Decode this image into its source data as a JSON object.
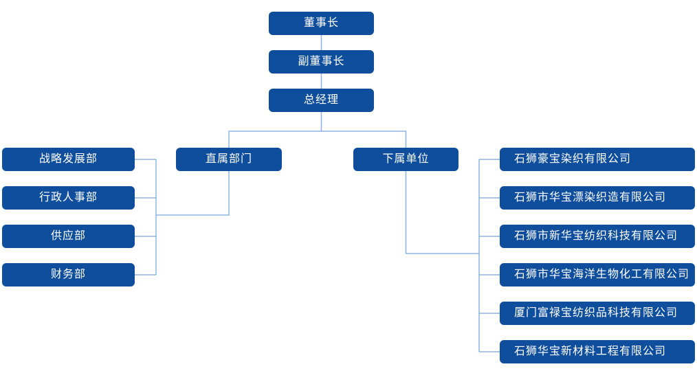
{
  "org_chart": {
    "title_chain": [
      {
        "label": "董事长"
      },
      {
        "label": "副董事长"
      },
      {
        "label": "总经理"
      }
    ],
    "branches": {
      "direct": {
        "label": "直属部门"
      },
      "subordinate": {
        "label": "下属单位"
      }
    },
    "direct_departments": [
      {
        "label": "战略发展部"
      },
      {
        "label": "行政人事部"
      },
      {
        "label": "供应部"
      },
      {
        "label": "财务部"
      }
    ],
    "subordinate_units": [
      {
        "label": "石狮豪宝染织有限公司"
      },
      {
        "label": "石狮市华宝漂染织造有限公司"
      },
      {
        "label": "石狮市新华宝纺织科技有限公司"
      },
      {
        "label": "石狮市华宝海洋生物化工有限公司"
      },
      {
        "label": "厦门富禄宝纺织品科技有限公司"
      },
      {
        "label": "石狮华宝新材料工程有限公司"
      }
    ]
  },
  "theme": {
    "node_fill": "#0e4e9c",
    "node_text": "#ffffff",
    "connector": "#8db3e2",
    "background": "#ffffff"
  }
}
